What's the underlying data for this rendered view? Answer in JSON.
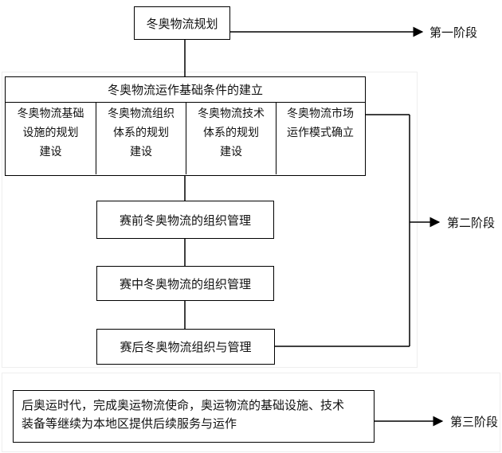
{
  "stage1": {
    "box": "冬奥物流规划",
    "label": "第一阶段"
  },
  "stage2": {
    "header": "冬奥物流运作基础条件的建立",
    "cells": [
      "冬奥物流基础\n设施的规划\n建设",
      "冬奥物流组织\n体系的规划\n建设",
      "冬奥物流技术\n体系的规划\n建设",
      "冬奥物流市场\n运作模式确立"
    ],
    "pre": "赛前冬奥物流的组织管理",
    "mid": "赛中冬奥物流的组织管理",
    "post": "赛后冬奥物流组织与管理",
    "label": "第二阶段"
  },
  "stage3": {
    "line1": "后奥运时代，完成奥运物流使命，奥运物流的基础设施、技术",
    "line2": "装备等继续为本地区提供后续服务与运作",
    "label": "第三阶段"
  }
}
